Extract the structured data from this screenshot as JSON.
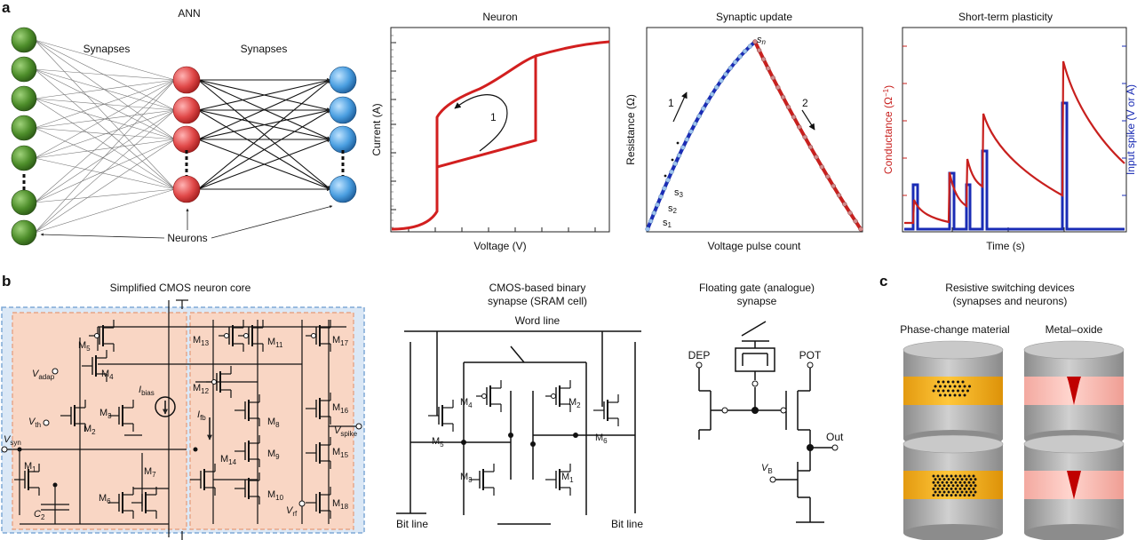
{
  "panels": {
    "a": "a",
    "b": "b",
    "c": "c"
  },
  "ann": {
    "title": "ANN",
    "synapses_left": "Synapses",
    "synapses_right": "Synapses",
    "neurons": "Neurons"
  },
  "neuron_plot": {
    "title": "Neuron",
    "xlabel": "Voltage (V)",
    "ylabel": "Current (A)",
    "arrow_label": "1"
  },
  "synaptic_plot": {
    "title": "Synaptic update",
    "xlabel": "Voltage pulse count",
    "ylabel": "Resistance (Ω)",
    "label_1": "1",
    "label_2": "2",
    "s_n": "s",
    "s_n_sub": "n",
    "s1": "s",
    "s1_sub": "1",
    "s2": "s",
    "s2_sub": "2",
    "s3": "s",
    "s3_sub": "3"
  },
  "stp_plot": {
    "title": "Short-term plasticity",
    "xlabel": "Time (s)",
    "ylabel_left": "Conductance (Ω",
    "ylabel_left_sup": "−1",
    "ylabel_left_end": ")",
    "ylabel_right": "Input spike (V or A)",
    "colors": {
      "conductance": "#cc1f1f",
      "spike": "#1f2fb0"
    }
  },
  "cmos_neuron": {
    "title": "Simplified CMOS neuron core",
    "labels": {
      "M5": "M",
      "M5_sub": "5",
      "M4": "M",
      "M4_sub": "4",
      "M3": "M",
      "M3_sub": "3",
      "M2": "M",
      "M2_sub": "2",
      "M1": "M",
      "M1_sub": "1",
      "M6": "M",
      "M6_sub": "6",
      "M7": "M",
      "M7_sub": "7",
      "M8": "M",
      "M8_sub": "8",
      "M9": "M",
      "M9_sub": "9",
      "M10": "M",
      "M10_sub": "10",
      "M11": "M",
      "M11_sub": "11",
      "M12": "M",
      "M12_sub": "12",
      "M13": "M",
      "M13_sub": "13",
      "M14": "M",
      "M14_sub": "14",
      "M15": "M",
      "M15_sub": "15",
      "M16": "M",
      "M16_sub": "16",
      "M17": "M",
      "M17_sub": "17",
      "M18": "M",
      "M18_sub": "18",
      "vadap": "V",
      "vadap_sub": "adap",
      "vth": "V",
      "vth_sub": "th",
      "vsyn": "V",
      "vsyn_sub": "syn",
      "vspike": "V",
      "vspike_sub": "spike",
      "vrf": "V",
      "vrf_sub": "rf",
      "ibias": "I",
      "ibias_sub": "bias",
      "ifb": "I",
      "ifb_sub": "fb",
      "c2": "C",
      "c2_sub": "2"
    }
  },
  "sram": {
    "title_line1": "CMOS-based binary",
    "title_line2": "synapse (SRAM cell)",
    "word_line": "Word line",
    "bit_line_left": "Bit line",
    "bit_line_right": "Bit line",
    "m5": "M",
    "m5_sub": "5",
    "m6": "M",
    "m6_sub": "6",
    "m4": "M",
    "m4_sub": "4",
    "m2": "M",
    "m2_sub": "2",
    "m3": "M",
    "m3_sub": "3",
    "m1": "M",
    "m1_sub": "1"
  },
  "floating_gate": {
    "title_line1": "Floating gate (analogue)",
    "title_line2": "synapse",
    "dep": "DEP",
    "pot": "POT",
    "out": "Out",
    "vb": "V",
    "vb_sub": "B"
  },
  "resistive": {
    "title_line1": "Resistive switching devices",
    "title_line2": "(synapses and neurons)",
    "pcm": "Phase-change material",
    "mox": "Metal–oxide"
  }
}
